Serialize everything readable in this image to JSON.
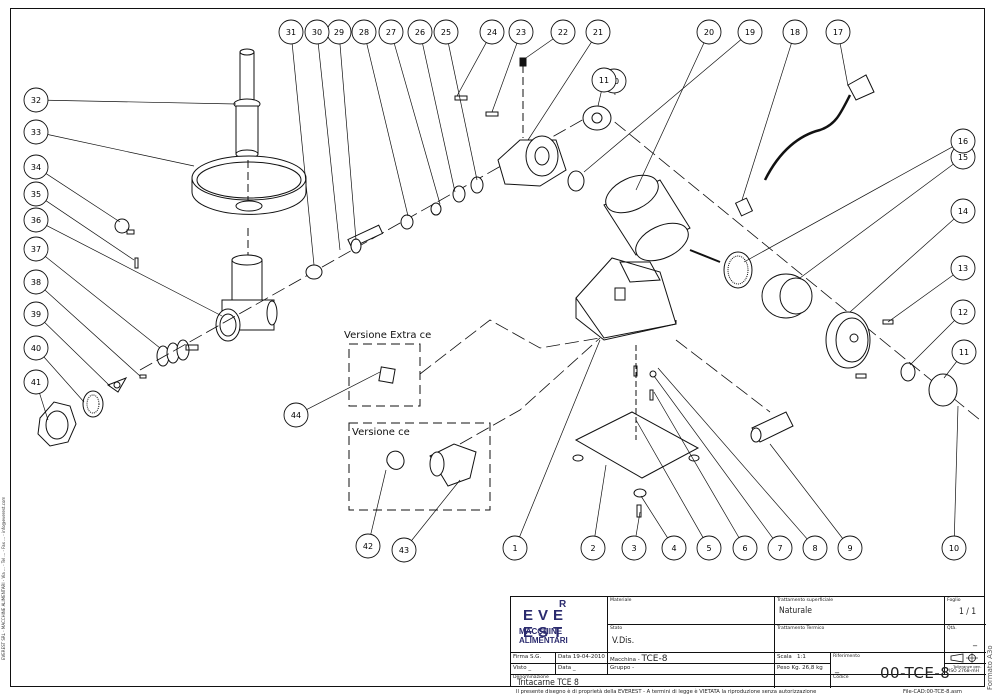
{
  "side_note": "EVEREST SRL - MACCHINE ALIMENTARI - Via ... - Tel ... - Fax ... - info@everest.com",
  "formato": "Formato A3o",
  "version_labels": {
    "extra_ce": "Versione Extra ce",
    "ce": "Versione ce"
  },
  "callouts": [
    {
      "n": "1"
    },
    {
      "n": "2"
    },
    {
      "n": "3"
    },
    {
      "n": "4"
    },
    {
      "n": "5"
    },
    {
      "n": "6"
    },
    {
      "n": "7"
    },
    {
      "n": "8"
    },
    {
      "n": "9"
    },
    {
      "n": "10"
    },
    {
      "n": "10"
    },
    {
      "n": "11"
    },
    {
      "n": "11"
    },
    {
      "n": "12"
    },
    {
      "n": "13"
    },
    {
      "n": "14"
    },
    {
      "n": "15"
    },
    {
      "n": "16"
    },
    {
      "n": "17"
    },
    {
      "n": "18"
    },
    {
      "n": "19"
    },
    {
      "n": "20"
    },
    {
      "n": "21"
    },
    {
      "n": "22"
    },
    {
      "n": "23"
    },
    {
      "n": "24"
    },
    {
      "n": "25"
    },
    {
      "n": "26"
    },
    {
      "n": "27"
    },
    {
      "n": "28"
    },
    {
      "n": "29"
    },
    {
      "n": "30"
    },
    {
      "n": "31"
    },
    {
      "n": "32"
    },
    {
      "n": "33"
    },
    {
      "n": "34"
    },
    {
      "n": "35"
    },
    {
      "n": "36"
    },
    {
      "n": "37"
    },
    {
      "n": "38"
    },
    {
      "n": "39"
    },
    {
      "n": "40"
    },
    {
      "n": "41"
    },
    {
      "n": "42"
    },
    {
      "n": "43"
    },
    {
      "n": "44"
    }
  ],
  "title_block": {
    "logo": {
      "word": "EVE EST",
      "r": "R",
      "subtitle": "MACCHINE ALIMENTARI"
    },
    "materiale": {
      "label": "Materiale",
      "value": ""
    },
    "stato": {
      "label": "Stato",
      "value": "V.Dis."
    },
    "firma": {
      "label": "Firma",
      "value": "S.G."
    },
    "data1": {
      "label": "Data",
      "value": "19-04-2010"
    },
    "macchina": {
      "label": "Macchina",
      "value": "TCE-8"
    },
    "visto": {
      "label": "Visto",
      "value": "_"
    },
    "data2": {
      "label": "Data",
      "value": "_"
    },
    "gruppo": {
      "label": "Gruppo",
      "value": ""
    },
    "denominazione": {
      "label": "Denominazione",
      "value": "Tritacarne TCE 8"
    },
    "trattamento_superficiale": {
      "label": "Trattamento superficiale",
      "value": "Naturale"
    },
    "trattamento_termico": {
      "label": "Trattamento Termico",
      "value": ""
    },
    "scala": {
      "label": "Scala",
      "value": "1:1"
    },
    "peso": {
      "label": "Peso Kg.",
      "value": "26,8 kg"
    },
    "riferimento": {
      "label": "Riferimento",
      "value": "_"
    },
    "codice": {
      "label": "Codice",
      "value": "00-TCE-8"
    },
    "foglio": {
      "label": "Foglio",
      "value": "1 / 1"
    },
    "qta": {
      "label": "Qtà.",
      "value": "_"
    },
    "tolleranze": {
      "label": "Tolleranze gen.",
      "value": "ISO 2768-mH"
    },
    "footer_note": "Il presente disegno è di proprietà della EVEREST - A termini di legge è VIETATA la riproduzione senza autorizzazione",
    "file": "File-CAD:00-TCE-8.asm"
  }
}
